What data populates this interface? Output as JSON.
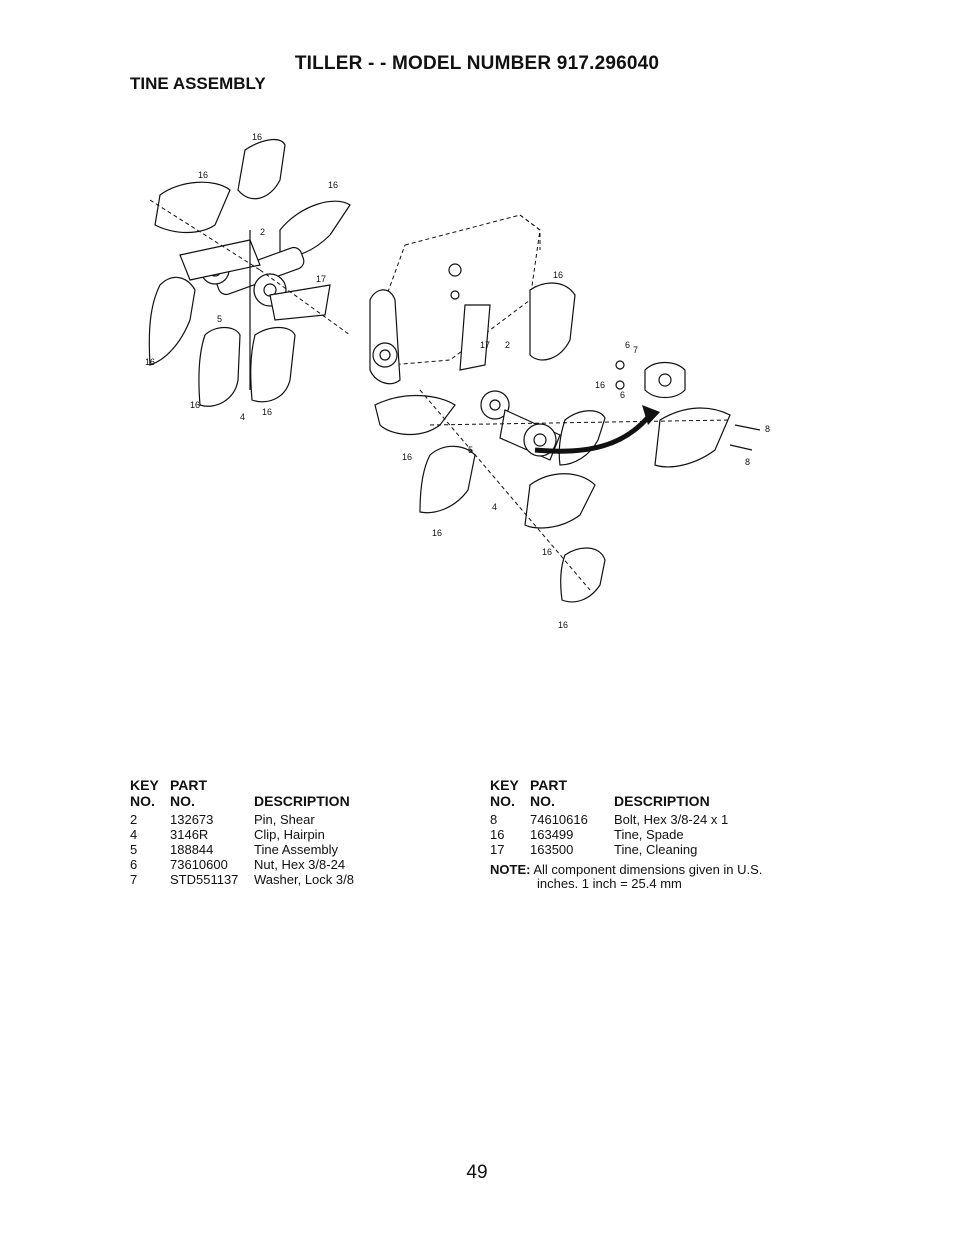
{
  "header": {
    "title": "TILLER - - MODEL NUMBER 917.296040",
    "subtitle": "TINE ASSEMBLY"
  },
  "diagram": {
    "callouts": [
      "16",
      "16",
      "16",
      "17",
      "2",
      "5",
      "16",
      "16",
      "4",
      "16",
      "16",
      "17",
      "2",
      "6",
      "7",
      "16",
      "6",
      "8",
      "8",
      "5",
      "16",
      "4",
      "16",
      "16",
      "16"
    ]
  },
  "parts_table_left": {
    "header_line1": [
      "KEY",
      "PART",
      ""
    ],
    "header_line2": [
      "NO.",
      "NO.",
      "DESCRIPTION"
    ],
    "rows": [
      {
        "key": "2",
        "part": "132673",
        "desc": "Pin, Shear"
      },
      {
        "key": "4",
        "part": "3146R",
        "desc": "Clip, Hairpin"
      },
      {
        "key": "5",
        "part": "188844",
        "desc": "Tine Assembly"
      },
      {
        "key": "6",
        "part": "73610600",
        "desc": "Nut, Hex 3/8-24"
      },
      {
        "key": "7",
        "part": "STD551137",
        "desc": "Washer, Lock 3/8"
      }
    ]
  },
  "parts_table_right": {
    "header_line1": [
      "KEY",
      "PART",
      ""
    ],
    "header_line2": [
      "NO.",
      "NO.",
      "DESCRIPTION"
    ],
    "rows": [
      {
        "key": "8",
        "part": "74610616",
        "desc": "Bolt, Hex 3/8-24 x 1"
      },
      {
        "key": "16",
        "part": "163499",
        "desc": "Tine, Spade"
      },
      {
        "key": "17",
        "part": "163500",
        "desc": "Tine, Cleaning"
      }
    ],
    "note_label": "NOTE:",
    "note_line1": "All component dimensions given in U.S.",
    "note_line2": "inches. 1 inch = 25.4 mm"
  },
  "page_number": "49"
}
